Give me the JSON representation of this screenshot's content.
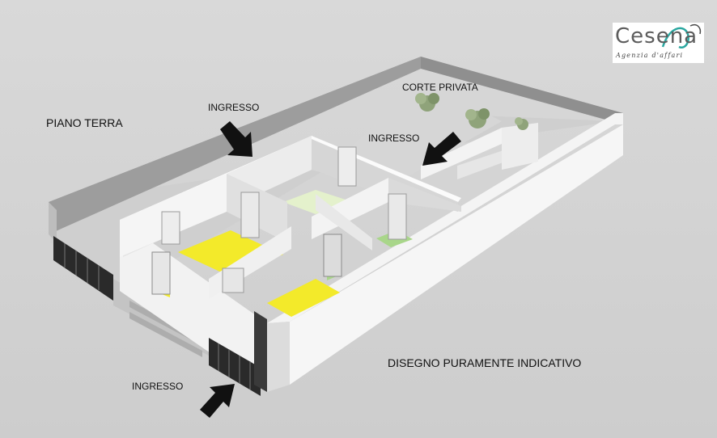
{
  "labels": {
    "piano_terra": "PIANO TERRA",
    "corte_privata": "CORTE PRIVATA",
    "ingresso_top": "INGRESSO",
    "ingresso_mid": "INGRESSO",
    "ingresso_bottom": "INGRESSO",
    "disclaimer": "DISEGNO PURAMENTE INDICATIVO"
  },
  "logo": {
    "text_prefix": "Cese",
    "text_suffix": "na",
    "subtitle": "Agenzia d'affari",
    "accent_color": "#2aa7a0"
  },
  "colors": {
    "background": "#d2d2d2",
    "wall_light": "#f1f1f1",
    "wall_shade": "#b9b9b9",
    "floor_yellow": "#f3ea2a",
    "floor_green_light": "#e4f1cc",
    "floor_green": "#a9d68a",
    "arrow": "#111111",
    "gate": "#2a2a2a"
  },
  "icons": {
    "arrow": "arrow-icon",
    "tree": "tree-icon",
    "door": "door-icon",
    "gate": "gate-icon"
  }
}
